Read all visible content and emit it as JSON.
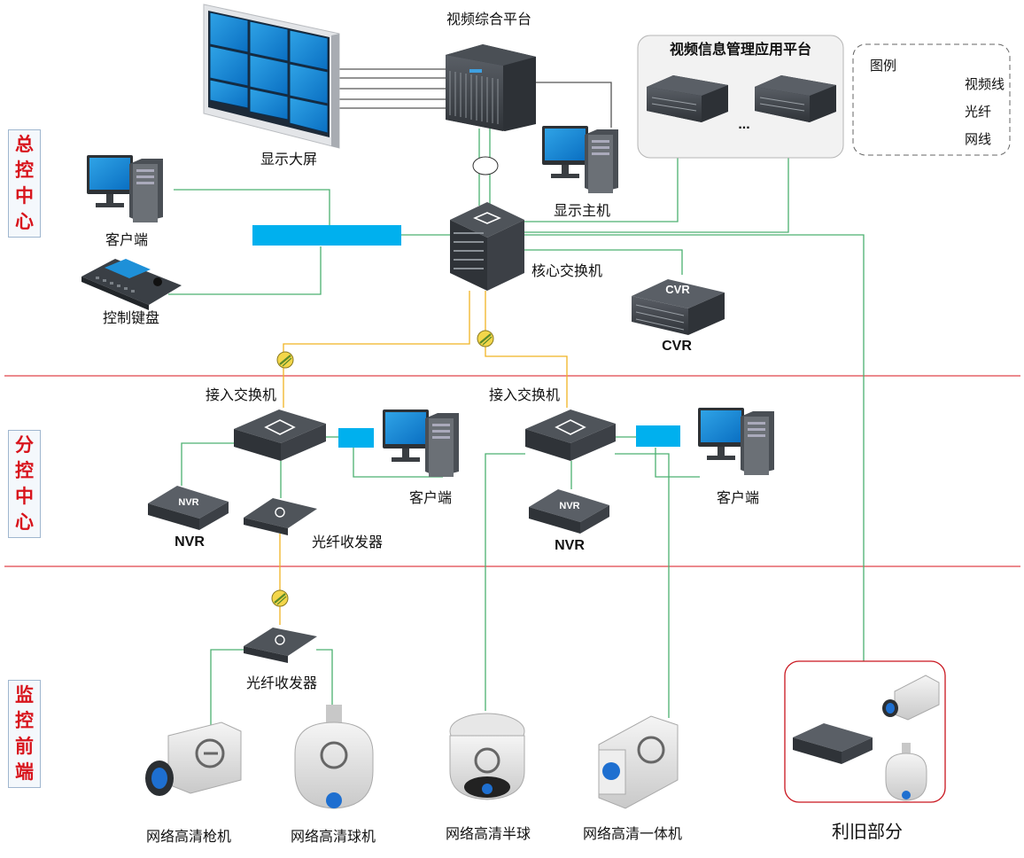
{
  "zones": {
    "headquarters": [
      "总",
      "控",
      "中",
      "心"
    ],
    "branch": [
      "分",
      "控",
      "中",
      "心"
    ],
    "frontend": [
      "监",
      "控",
      "前",
      "端"
    ]
  },
  "labels": {
    "video_platform": "视频综合平台",
    "video_wall": "显示大屏",
    "display_host": "显示主机",
    "mgmt_platform": "视频信息管理应用平台",
    "ellipsis": "...",
    "client": "客户端",
    "control_keyboard": "控制键盘",
    "core_switch": "核心交换机",
    "cvr": "CVR",
    "cvr_badge": "CVR",
    "access_switch": "接入交换机",
    "nvr": "NVR",
    "nvr_badge": "NVR",
    "fiber_transceiver": "光纤收发器",
    "bullet_camera": "网络高清枪机",
    "dome_camera": "网络高清球机",
    "half_dome": "网络高清半球",
    "integrated_camera": "网络高清一体机",
    "reuse_old": "利旧部分"
  },
  "legend": {
    "title": "图例",
    "video_line": "视频线",
    "fiber": "光纤",
    "network": "网线"
  },
  "colors": {
    "video_line": "#555555",
    "fiber_line": "#f0b323",
    "network_line": "#4cb071",
    "zone_text": "#d8141c",
    "divider": "#d8141c",
    "cyan_bar": "#00b0ee"
  }
}
